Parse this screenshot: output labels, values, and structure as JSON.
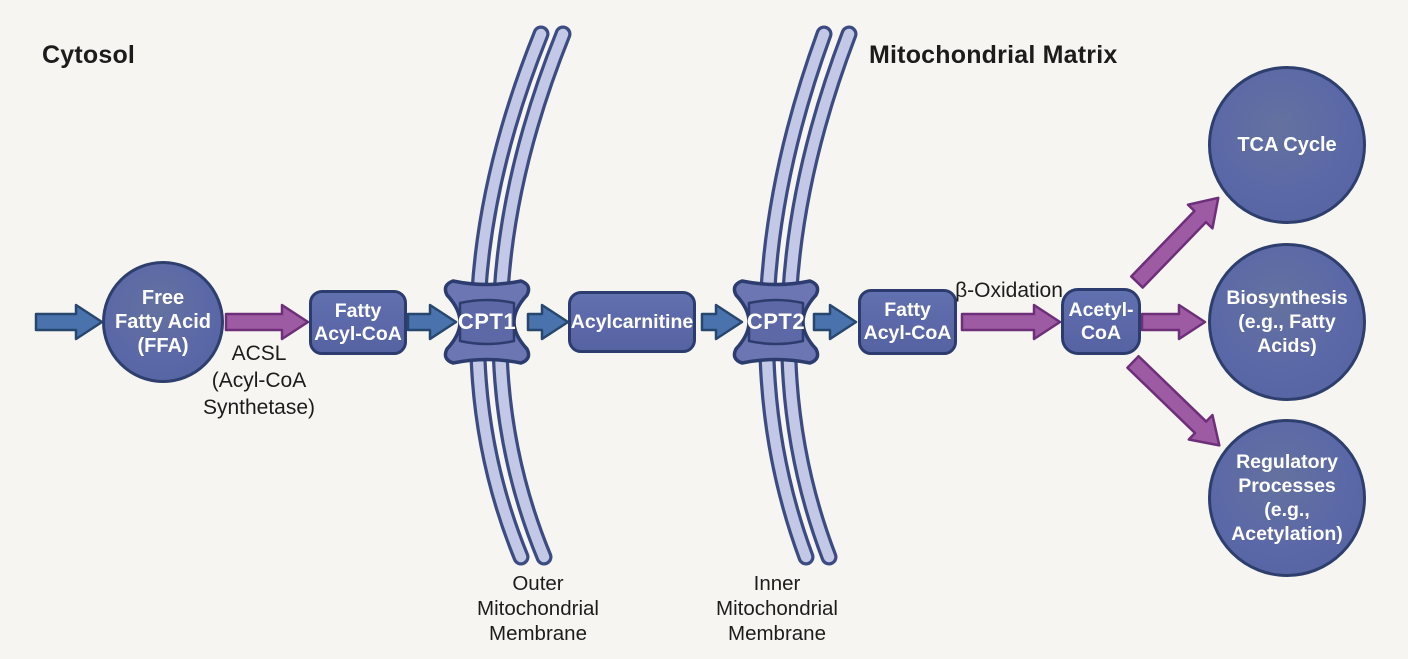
{
  "title": "Fatty acid transport into mitochondria (carnitine shuttle) pathway diagram",
  "colors": {
    "background": "#f7f5f1",
    "node_fill": "#5b67a8",
    "node_border": "#2d3c6e",
    "node_text": "#ffffff",
    "membrane_fill": "#c2c8e6",
    "membrane_border": "#3c4c82",
    "blue_arrow_fill": "#4a73ad",
    "blue_arrow_border": "#27476f",
    "purple_arrow_fill": "#9d5ba3",
    "purple_arrow_border": "#6e2f79",
    "label_text": "#1c1c1c"
  },
  "regions": {
    "cytosol": "Cytosol",
    "matrix": "Mitochondrial Matrix"
  },
  "nodes": {
    "ffa": {
      "lines": [
        "Free",
        "Fatty Acid",
        "(FFA)"
      ]
    },
    "fatty_acyl_coa_1": {
      "lines": [
        "Fatty",
        "Acyl-CoA"
      ]
    },
    "cpt1": {
      "label": "CPT1"
    },
    "acylcarnitine": {
      "label": "Acylcarnitine"
    },
    "cpt2": {
      "label": "CPT2"
    },
    "fatty_acyl_coa_2": {
      "lines": [
        "Fatty",
        "Acyl-CoA"
      ]
    },
    "acetyl_coa": {
      "lines": [
        "Acetyl-",
        "CoA"
      ]
    },
    "tca_cycle": {
      "label": "TCA Cycle"
    },
    "biosynthesis": {
      "lines": [
        "Biosynthesis",
        "(e.g., Fatty",
        "Acids)"
      ]
    },
    "regulatory": {
      "lines": [
        "Regulatory",
        "Processes",
        "(e.g.,",
        "Acetylation)"
      ]
    }
  },
  "annotations": {
    "acsl": {
      "lines": [
        "ACSL",
        "(Acyl-CoA",
        "Synthetase)"
      ]
    },
    "beta_oxidation": "β-Oxidation",
    "outer_membrane": {
      "lines": [
        "Outer",
        "Mitochondrial",
        "Membrane"
      ]
    },
    "inner_membrane": {
      "lines": [
        "Inner",
        "Mitochondrial",
        "Membrane"
      ]
    }
  },
  "edges": [
    {
      "from": "start",
      "to": "ffa",
      "color": "blue"
    },
    {
      "from": "ffa",
      "to": "fatty_acyl_coa_1",
      "color": "purple",
      "label": "ACSL (Acyl-CoA Synthetase)"
    },
    {
      "from": "fatty_acyl_coa_1",
      "to": "cpt1",
      "color": "blue"
    },
    {
      "from": "cpt1",
      "to": "acylcarnitine",
      "color": "blue"
    },
    {
      "from": "acylcarnitine",
      "to": "cpt2",
      "color": "blue"
    },
    {
      "from": "cpt2",
      "to": "fatty_acyl_coa_2",
      "color": "blue"
    },
    {
      "from": "fatty_acyl_coa_2",
      "to": "acetyl_coa",
      "color": "purple",
      "label": "β-Oxidation"
    },
    {
      "from": "acetyl_coa",
      "to": "tca_cycle",
      "color": "purple"
    },
    {
      "from": "acetyl_coa",
      "to": "biosynthesis",
      "color": "purple"
    },
    {
      "from": "acetyl_coa",
      "to": "regulatory",
      "color": "purple"
    }
  ]
}
